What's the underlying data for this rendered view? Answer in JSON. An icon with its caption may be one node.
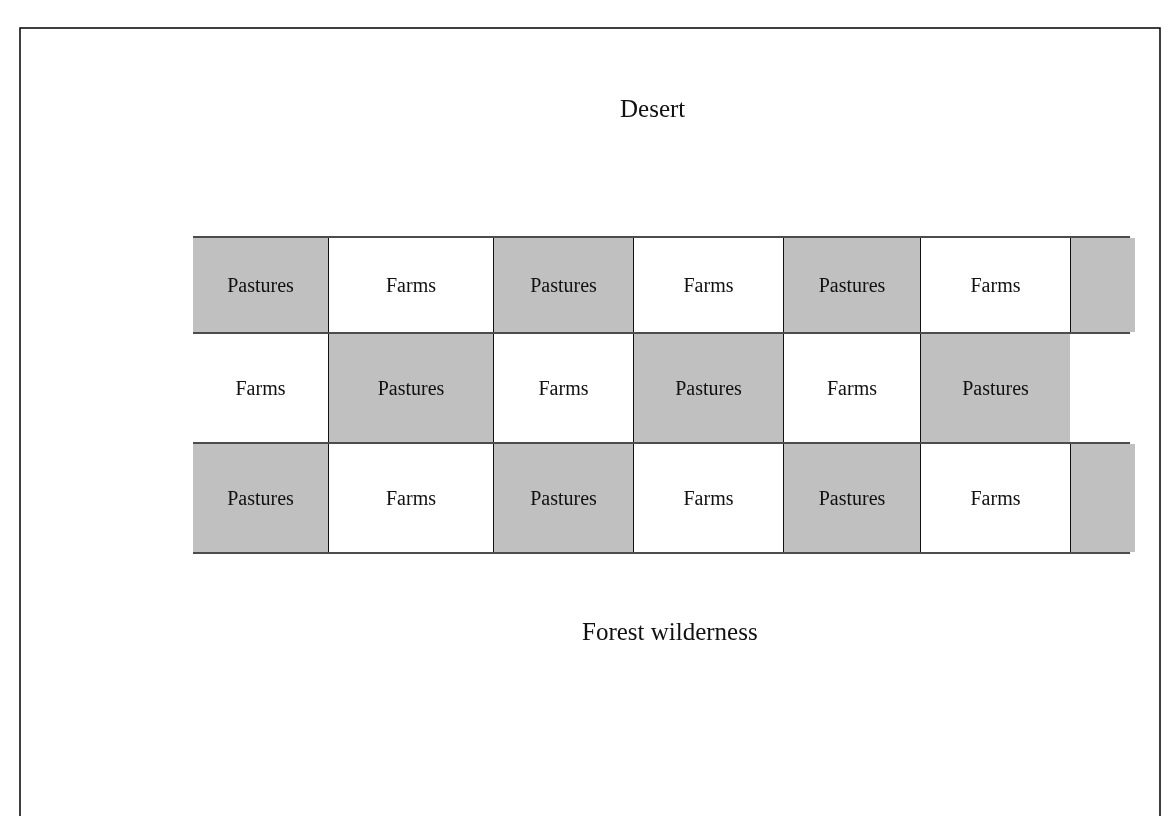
{
  "diagram": {
    "nodes": [
      {
        "text": [
          "Pastures"
        ]
      },
      {
        "text": [
          "Farms"
        ]
      },
      {
        "text": [
          "Pastures"
        ]
      },
      {
        "text": [
          "Farms"
        ]
      },
      {
        "text": [
          "Pastures"
        ]
      },
      {
        "text": [
          "Farms"
        ]
      },
      {
        "text": [],
        "shape": "box"
      },
      {
        "text": [
          "Farms"
        ]
      },
      {
        "text": [
          "Pastures"
        ]
      },
      {
        "text": [
          "Farms"
        ]
      },
      {
        "text": [
          "Pastures"
        ]
      },
      {
        "text": [
          "Farms"
        ]
      },
      {
        "text": [
          "Pastures"
        ]
      },
      {
        "text": [
          "Pastures"
        ]
      },
      {
        "text": [
          "Farms"
        ]
      },
      {
        "text": [
          "Pastures"
        ]
      },
      {
        "text": [
          "Farms"
        ]
      },
      {
        "text": [
          "Pastures"
        ]
      },
      {
        "text": [
          "Farms"
        ]
      },
      {
        "text": [],
        "shape": "box"
      }
    ],
    "edges": [],
    "labels": [
      "Desert",
      "Forest wilderness"
    ]
  }
}
